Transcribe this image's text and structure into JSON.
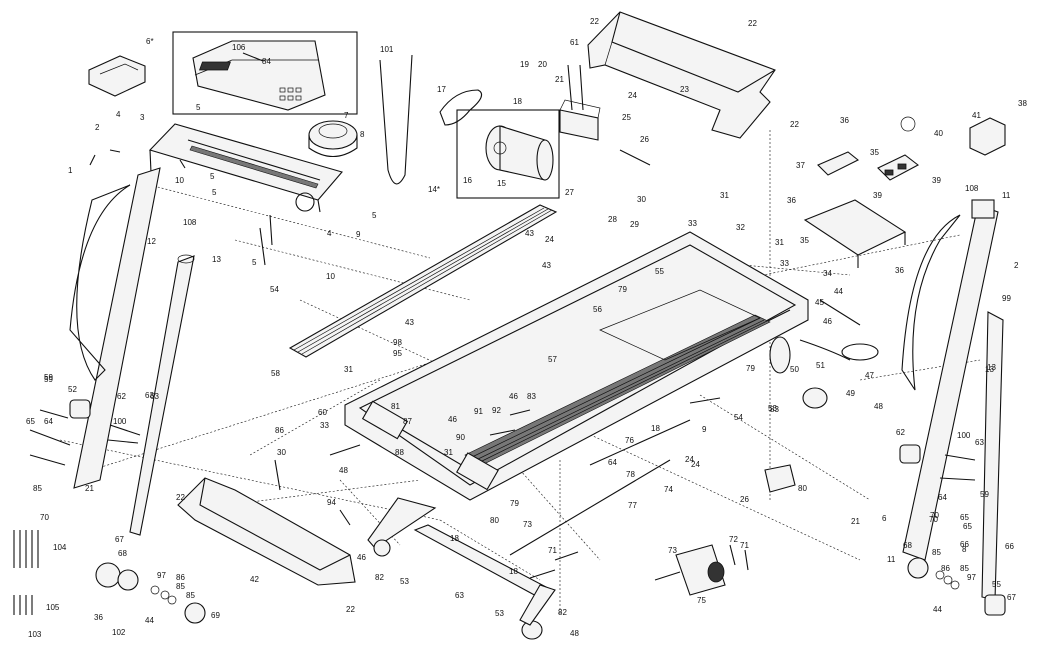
{
  "diagram": {
    "labels": [
      {
        "id": "l1",
        "text": "6*"
      },
      {
        "id": "l2",
        "text": "106"
      },
      {
        "id": "l3",
        "text": "84"
      },
      {
        "id": "l4",
        "text": "4"
      },
      {
        "id": "l5",
        "text": "3"
      },
      {
        "id": "l6",
        "text": "5"
      },
      {
        "id": "l7",
        "text": "7"
      },
      {
        "id": "l8",
        "text": "8"
      },
      {
        "id": "l9",
        "text": "2"
      },
      {
        "id": "l10",
        "text": "1"
      },
      {
        "id": "l11",
        "text": "10"
      },
      {
        "id": "l12",
        "text": "5"
      },
      {
        "id": "l13",
        "text": "108"
      },
      {
        "id": "l14",
        "text": "12"
      },
      {
        "id": "l15",
        "text": "13"
      },
      {
        "id": "l16",
        "text": "5"
      },
      {
        "id": "l17",
        "text": "5"
      },
      {
        "id": "l18",
        "text": "9"
      },
      {
        "id": "l19",
        "text": "4"
      },
      {
        "id": "l20",
        "text": "5"
      },
      {
        "id": "l21",
        "text": "10"
      },
      {
        "id": "l22",
        "text": "54"
      },
      {
        "id": "l23",
        "text": "101"
      },
      {
        "id": "l24",
        "text": "17"
      },
      {
        "id": "l25",
        "text": "19"
      },
      {
        "id": "l26",
        "text": "20"
      },
      {
        "id": "l27",
        "text": "61"
      },
      {
        "id": "l28",
        "text": "18"
      },
      {
        "id": "l29",
        "text": "21"
      },
      {
        "id": "l30",
        "text": "24"
      },
      {
        "id": "l31",
        "text": "25"
      },
      {
        "id": "l32",
        "text": "26"
      },
      {
        "id": "l33",
        "text": "27"
      },
      {
        "id": "l34",
        "text": "16"
      },
      {
        "id": "l35",
        "text": "15"
      },
      {
        "id": "l36",
        "text": "14*"
      },
      {
        "id": "l37",
        "text": "22"
      },
      {
        "id": "l38",
        "text": "22"
      },
      {
        "id": "l39",
        "text": "23"
      },
      {
        "id": "l40",
        "text": "22"
      },
      {
        "id": "l41",
        "text": "40"
      },
      {
        "id": "l42",
        "text": "41"
      },
      {
        "id": "l43",
        "text": "38"
      },
      {
        "id": "l44",
        "text": "36"
      },
      {
        "id": "l45",
        "text": "37"
      },
      {
        "id": "l46",
        "text": "35"
      },
      {
        "id": "l47",
        "text": "39"
      },
      {
        "id": "l48",
        "text": "36"
      },
      {
        "id": "l49",
        "text": "39"
      },
      {
        "id": "l50",
        "text": "35"
      },
      {
        "id": "l51",
        "text": "108"
      },
      {
        "id": "l52",
        "text": "11"
      },
      {
        "id": "l53",
        "text": "2"
      },
      {
        "id": "l54",
        "text": "99"
      },
      {
        "id": "l55",
        "text": "13"
      },
      {
        "id": "l56",
        "text": "36"
      },
      {
        "id": "l57",
        "text": "31"
      },
      {
        "id": "l58",
        "text": "30"
      },
      {
        "id": "l59",
        "text": "28"
      },
      {
        "id": "l60",
        "text": "33"
      },
      {
        "id": "l61",
        "text": "29"
      },
      {
        "id": "l62",
        "text": "32"
      },
      {
        "id": "l63",
        "text": "31"
      },
      {
        "id": "l64",
        "text": "43"
      },
      {
        "id": "l65",
        "text": "24"
      },
      {
        "id": "l66",
        "text": "43"
      },
      {
        "id": "l67",
        "text": "33"
      },
      {
        "id": "l68",
        "text": "79"
      },
      {
        "id": "l69",
        "text": "55"
      },
      {
        "id": "l70",
        "text": "56"
      },
      {
        "id": "l71",
        "text": "34"
      },
      {
        "id": "l72",
        "text": "44"
      },
      {
        "id": "l73",
        "text": "45"
      },
      {
        "id": "l74",
        "text": "46"
      },
      {
        "id": "l75",
        "text": "58"
      },
      {
        "id": "l76",
        "text": "43"
      },
      {
        "id": "l77",
        "text": "98"
      },
      {
        "id": "l78",
        "text": "95"
      },
      {
        "id": "l79",
        "text": "57"
      },
      {
        "id": "l80",
        "text": "59"
      },
      {
        "id": "l81",
        "text": "52"
      },
      {
        "id": "l82",
        "text": "50"
      },
      {
        "id": "l83",
        "text": "51"
      },
      {
        "id": "l84",
        "text": "47"
      },
      {
        "id": "l85",
        "text": "79"
      },
      {
        "id": "l86",
        "text": "53"
      },
      {
        "id": "l87",
        "text": "49"
      },
      {
        "id": "l88",
        "text": "48"
      },
      {
        "id": "l89",
        "text": "59"
      },
      {
        "id": "l90",
        "text": "62"
      },
      {
        "id": "l91",
        "text": "100"
      },
      {
        "id": "l92",
        "text": "63"
      },
      {
        "id": "l93",
        "text": "65"
      },
      {
        "id": "l94",
        "text": "64"
      },
      {
        "id": "l95",
        "text": "85"
      },
      {
        "id": "l96",
        "text": "70"
      },
      {
        "id": "l97",
        "text": "21"
      },
      {
        "id": "l98",
        "text": "31"
      },
      {
        "id": "l99",
        "text": "60"
      },
      {
        "id": "l100",
        "text": "33"
      },
      {
        "id": "l101",
        "text": "81"
      },
      {
        "id": "l102",
        "text": "86"
      },
      {
        "id": "l103",
        "text": "46"
      },
      {
        "id": "l104",
        "text": "91"
      },
      {
        "id": "l105",
        "text": "92"
      },
      {
        "id": "l106",
        "text": "46"
      },
      {
        "id": "l107",
        "text": "83"
      },
      {
        "id": "l108",
        "text": "90"
      },
      {
        "id": "l109",
        "text": "31"
      },
      {
        "id": "l110",
        "text": "30"
      },
      {
        "id": "l111",
        "text": "87"
      },
      {
        "id": "l112",
        "text": "88"
      },
      {
        "id": "l113",
        "text": "48"
      },
      {
        "id": "l114",
        "text": "94"
      },
      {
        "id": "l115",
        "text": "18"
      },
      {
        "id": "l116",
        "text": "76"
      },
      {
        "id": "l117",
        "text": "24"
      },
      {
        "id": "l118",
        "text": "9"
      },
      {
        "id": "l119",
        "text": "64"
      },
      {
        "id": "l120",
        "text": "78"
      },
      {
        "id": "l121",
        "text": "77"
      },
      {
        "id": "l122",
        "text": "74"
      },
      {
        "id": "l123",
        "text": "79"
      },
      {
        "id": "l124",
        "text": "80"
      },
      {
        "id": "l125",
        "text": "73"
      },
      {
        "id": "l126",
        "text": "54"
      },
      {
        "id": "l127",
        "text": "83"
      },
      {
        "id": "l128",
        "text": "80"
      },
      {
        "id": "l129",
        "text": "26"
      },
      {
        "id": "l130",
        "text": "22"
      },
      {
        "id": "l131",
        "text": "42"
      },
      {
        "id": "l132",
        "text": "22"
      },
      {
        "id": "l133",
        "text": "18"
      },
      {
        "id": "l134",
        "text": "46"
      },
      {
        "id": "l135",
        "text": "82"
      },
      {
        "id": "l136",
        "text": "53"
      },
      {
        "id": "l137",
        "text": "71"
      },
      {
        "id": "l138",
        "text": "73"
      },
      {
        "id": "l139",
        "text": "72"
      },
      {
        "id": "l140",
        "text": "71"
      },
      {
        "id": "l141",
        "text": "75"
      },
      {
        "id": "l142",
        "text": "18"
      },
      {
        "id": "l143",
        "text": "63"
      },
      {
        "id": "l144",
        "text": "53"
      },
      {
        "id": "l145",
        "text": "82"
      },
      {
        "id": "l146",
        "text": "48"
      },
      {
        "id": "l147",
        "text": "104"
      },
      {
        "id": "l148",
        "text": "105"
      },
      {
        "id": "l149",
        "text": "103"
      },
      {
        "id": "l150",
        "text": "36"
      },
      {
        "id": "l151",
        "text": "102"
      },
      {
        "id": "l152",
        "text": "67"
      },
      {
        "id": "l153",
        "text": "68"
      },
      {
        "id": "l154",
        "text": "97"
      },
      {
        "id": "l155",
        "text": "86"
      },
      {
        "id": "l156",
        "text": "85"
      },
      {
        "id": "l157",
        "text": "85"
      },
      {
        "id": "l158",
        "text": "69"
      },
      {
        "id": "l159",
        "text": "44"
      },
      {
        "id": "l160",
        "text": "70"
      },
      {
        "id": "l161",
        "text": "21"
      },
      {
        "id": "l162",
        "text": "62"
      },
      {
        "id": "l163",
        "text": "100"
      },
      {
        "id": "l164",
        "text": "63"
      },
      {
        "id": "l165",
        "text": "59"
      },
      {
        "id": "l166",
        "text": "64"
      },
      {
        "id": "l167",
        "text": "65"
      },
      {
        "id": "l168",
        "text": "6"
      },
      {
        "id": "l169",
        "text": "11"
      },
      {
        "id": "l170",
        "text": "70"
      },
      {
        "id": "l171",
        "text": "66"
      },
      {
        "id": "l172",
        "text": "68"
      },
      {
        "id": "l173",
        "text": "85"
      },
      {
        "id": "l174",
        "text": "86"
      },
      {
        "id": "l175",
        "text": "97"
      },
      {
        "id": "l176",
        "text": "44"
      },
      {
        "id": "l177",
        "text": "66"
      },
      {
        "id": "l178",
        "text": "13"
      },
      {
        "id": "l179",
        "text": "65"
      },
      {
        "id": "l180",
        "text": "67"
      },
      {
        "id": "l181",
        "text": "55"
      },
      {
        "id": "l182",
        "text": "85"
      },
      {
        "id": "l183",
        "text": "24"
      },
      {
        "id": "l184",
        "text": "63"
      },
      {
        "id": "l185",
        "text": "8"
      }
    ]
  }
}
